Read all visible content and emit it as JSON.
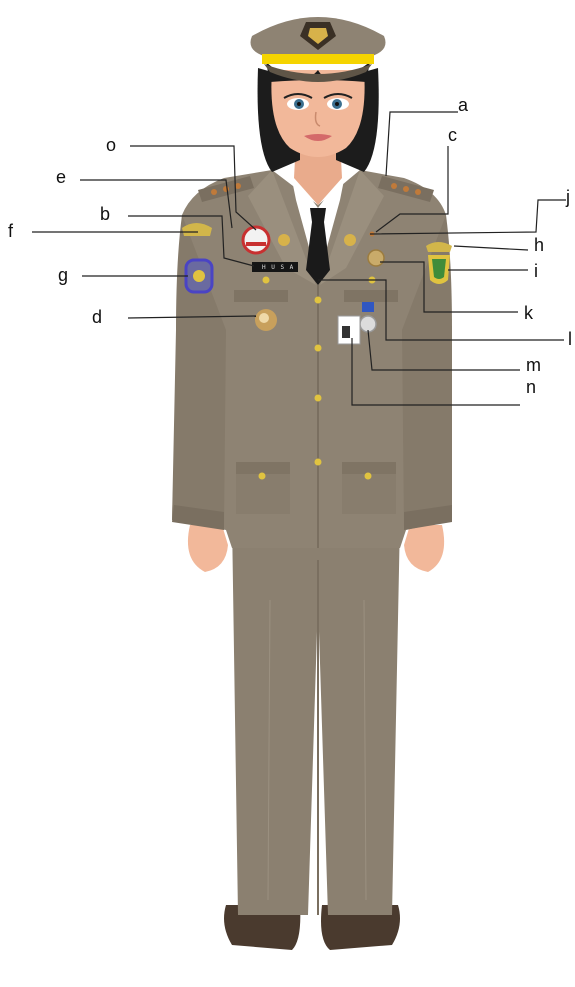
{
  "figure": {
    "name_tag_text": "H U S A",
    "labels": {
      "a": "a",
      "b": "b",
      "c": "c",
      "d": "d",
      "e": "e",
      "f": "f",
      "g": "g",
      "h": "h",
      "i": "i",
      "j": "j",
      "k": "k",
      "l": "l",
      "m": "m",
      "n": "n",
      "o": "o"
    }
  },
  "colors": {
    "uniform": "#8e8373",
    "uniform_shadow": "#7a6f60",
    "uniform_light": "#a29886",
    "brass": "#e0c340",
    "skin": "#f2b89a",
    "hair": "#1c1c1c",
    "shoe": "#4a3a2e",
    "leader_line": "#222222"
  }
}
